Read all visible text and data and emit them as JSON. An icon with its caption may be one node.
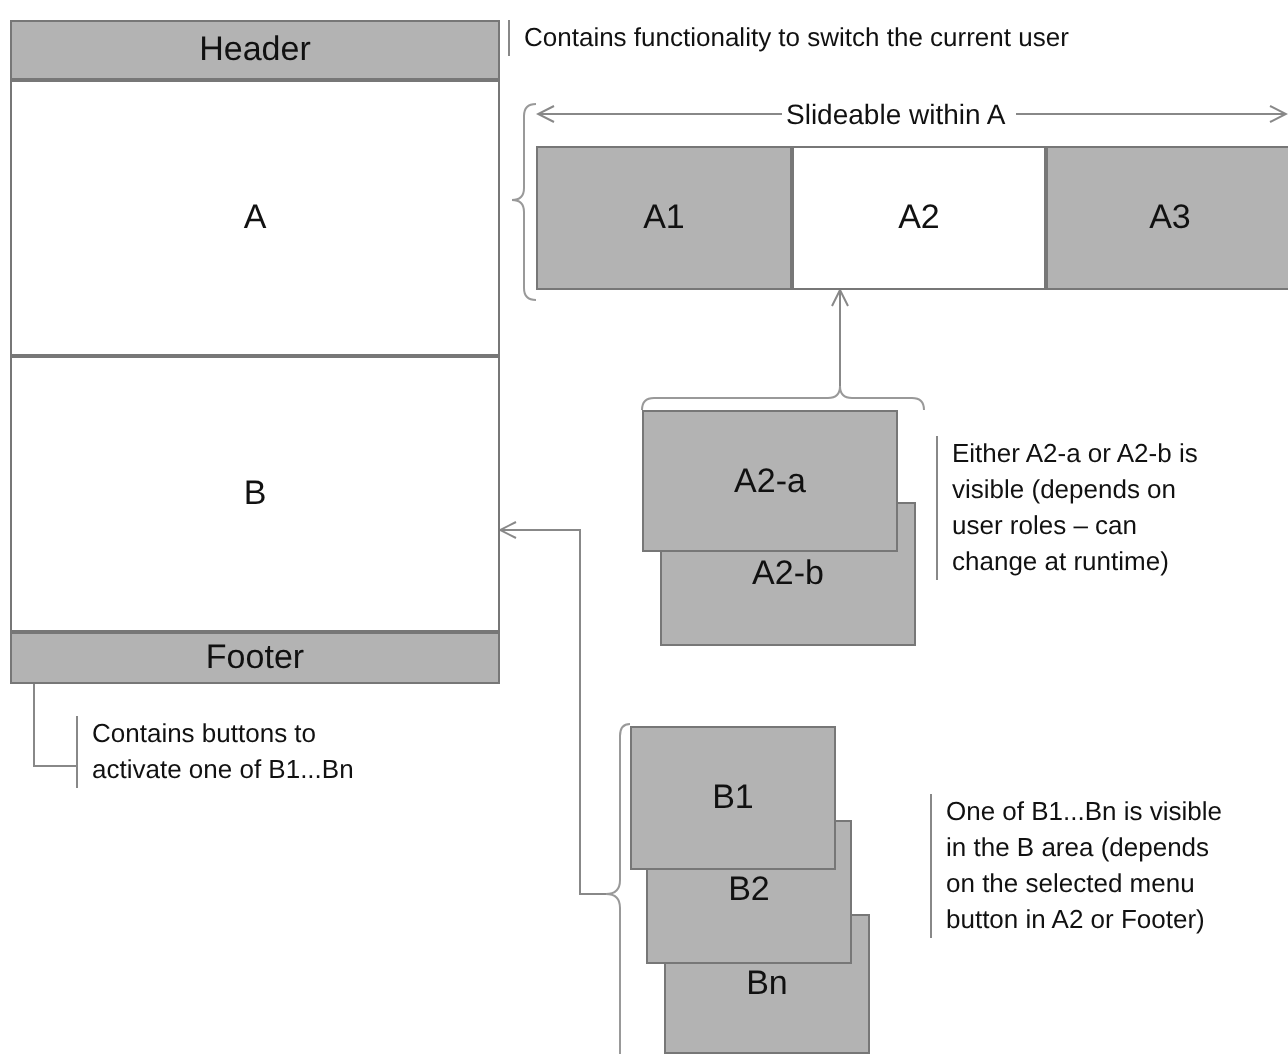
{
  "diagram": {
    "nodes": [
      {
        "text": [
          "Header"
        ]
      },
      {
        "text": [
          "A"
        ]
      },
      {
        "text": [
          "B"
        ]
      },
      {
        "text": [
          "Footer"
        ]
      },
      {
        "text": [
          "A1"
        ]
      },
      {
        "text": [
          "A2"
        ]
      },
      {
        "text": [
          "A3"
        ]
      },
      {
        "text": [
          "A2-a"
        ]
      },
      {
        "text": [
          "A2-b"
        ]
      },
      {
        "text": [
          "B1"
        ]
      },
      {
        "text": [
          "B2"
        ]
      },
      {
        "text": [
          "Bn"
        ]
      },
      {
        "text": [
          "Contains buttons to activate one of B1...Bn"
        ]
      },
      {
        "text": [],
        "shape": "brace"
      },
      {
        "text": [],
        "shape": "brace"
      }
    ],
    "edges": [
      {
        "from": 13,
        "to": 5,
        "arrow": "to"
      },
      {
        "from": 14,
        "to": 2,
        "arrow": "to"
      },
      {
        "from": 12,
        "to": 3,
        "arrow": "none"
      }
    ],
    "labels": [
      "Contains functionality to switch the current user",
      "Slideable within A",
      "Either A2-a or A2-b is visible (depends on user roles – can change at runtime)",
      "One of B1...Bn is visible in the B area (depends on the selected menu button in A2 or Footer)"
    ]
  }
}
